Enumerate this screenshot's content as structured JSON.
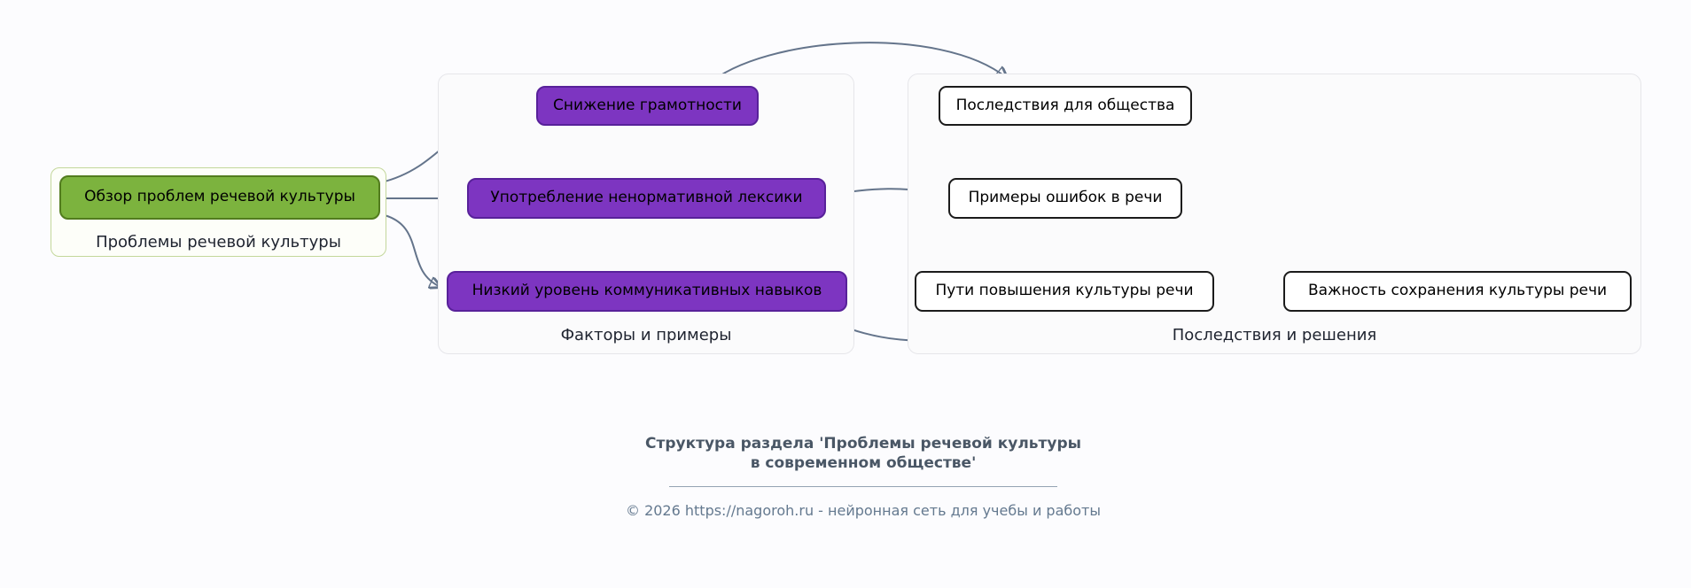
{
  "diagram": {
    "groups": [
      {
        "label": "Проблемы речевой культуры",
        "nodes": [
          {
            "label": "Обзор проблем речевой культуры",
            "style": "green"
          }
        ]
      },
      {
        "label": "Факторы и примеры",
        "nodes": [
          {
            "label": "Снижение грамотности",
            "style": "purple"
          },
          {
            "label": "Употребление ненормативной лексики",
            "style": "purple"
          },
          {
            "label": "Низкий уровень коммуникативных навыков",
            "style": "purple"
          }
        ]
      },
      {
        "label": "Последствия и решения",
        "nodes": [
          {
            "label": "Последствия для общества",
            "style": "outline"
          },
          {
            "label": "Примеры ошибок в речи",
            "style": "outline"
          },
          {
            "label": "Пути повышения культуры речи",
            "style": "outline"
          },
          {
            "label": "Важность сохранения культуры речи",
            "style": "outline"
          }
        ]
      }
    ],
    "edges": [
      {
        "from": "Обзор проблем речевой культуры",
        "to": "Снижение грамотности"
      },
      {
        "from": "Обзор проблем речевой культуры",
        "to": "Употребление ненормативной лексики"
      },
      {
        "from": "Обзор проблем речевой культуры",
        "to": "Низкий уровень коммуникативных навыков"
      },
      {
        "from": "Снижение грамотности",
        "to": "Последствия для общества"
      },
      {
        "from": "Употребление ненормативной лексики",
        "to": "Примеры ошибок в речи"
      },
      {
        "from": "Низкий уровень коммуникативных навыков",
        "to": "Пути повышения культуры речи"
      },
      {
        "from": "Пути повышения культуры речи",
        "to": "Важность сохранения культуры речи"
      }
    ]
  },
  "footer": {
    "title_line1": "Структура раздела 'Проблемы речевой культуры",
    "title_line2": "в современном обществе'",
    "copyright": "© 2026 https://nagoroh.ru - нейронная сеть для учебы и работы"
  },
  "colors": {
    "green_fill": "#7cb33e",
    "green_border": "#527c1e",
    "purple_fill": "#7d35c1",
    "purple_border": "#58219a",
    "outline_node_border": "#1b1b1b",
    "arrow": "#64748b",
    "background": "#fcfcfe"
  }
}
